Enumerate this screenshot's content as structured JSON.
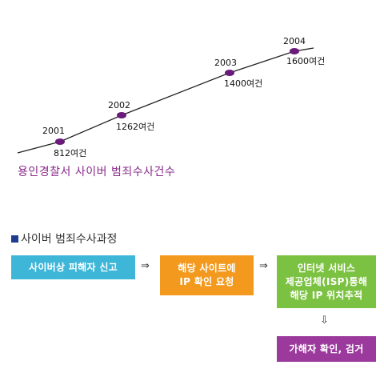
{
  "trend": {
    "points": [
      {
        "year": "2001",
        "value": "812여건"
      },
      {
        "year": "2002",
        "value": "1262여건"
      },
      {
        "year": "2003",
        "value": "1400여건"
      },
      {
        "year": "2004",
        "value": "1600여건"
      }
    ],
    "title": "용인경찰서 사이버 범죄수사건수",
    "colors": {
      "line": "#222222",
      "marker": "#6a1a7a"
    }
  },
  "process": {
    "title": "사이버 범죄수사과정",
    "steps": [
      {
        "lines": [
          "사이버상 피해자 신고"
        ],
        "color": "#3eb6d8"
      },
      {
        "lines": [
          "해당 사이트에",
          "IP 확인 요청"
        ],
        "color": "#f39a1e"
      },
      {
        "lines": [
          "인터넷 서비스",
          "제공업체(ISP)통해",
          "해당 IP 위치추적"
        ],
        "color": "#7cc242"
      },
      {
        "lines": [
          "가해자 확인, 검거"
        ],
        "color": "#9b3a9c"
      }
    ],
    "arrows": {
      "right": "⇒",
      "down": "⇩"
    }
  }
}
